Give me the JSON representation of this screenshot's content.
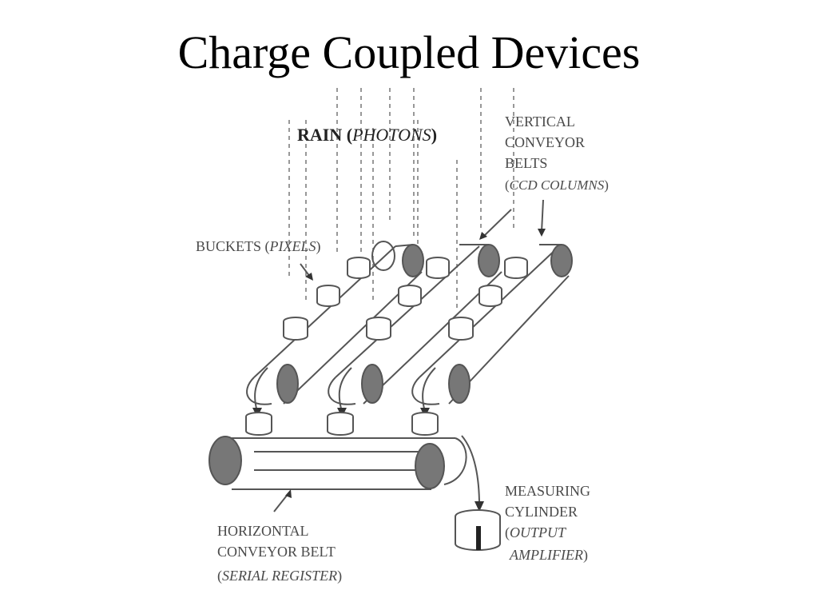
{
  "slide": {
    "title": "Charge Coupled Devices"
  },
  "labels": {
    "rain_prefix": "RAIN (",
    "rain_italic": "PHOTONS",
    "rain_suffix": ")",
    "vertical_1": "VERTICAL",
    "vertical_2": "CONVEYOR",
    "vertical_3": "BELTS",
    "vertical_4_italic": "CCD COLUMNS",
    "buckets_prefix": "BUCKETS (",
    "buckets_italic": "PIXELS",
    "buckets_suffix": ")",
    "horizontal_1": "HORIZONTAL",
    "horizontal_2": "CONVEYOR BELT",
    "horizontal_3_italic": "SERIAL REGISTER",
    "measuring_1": "MEASURING",
    "measuring_2": "CYLINDER",
    "measuring_3_italic": "OUTPUT",
    "measuring_4_italic": "AMPLIFIER",
    "paren_open": "(",
    "paren_close": ")"
  }
}
